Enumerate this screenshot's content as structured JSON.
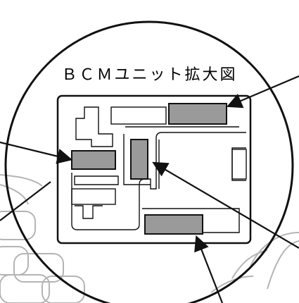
{
  "diagram": {
    "title": "ＢＣＭユニット拡大図",
    "colors": {
      "line": "#111111",
      "faint": "#b4b4b4",
      "highlight_fill": "#9a9a9a",
      "background": "#ffffff"
    },
    "components": [
      {
        "name": "component-upper-right",
        "highlighted": true
      },
      {
        "name": "component-upper-left",
        "highlighted": false
      },
      {
        "name": "component-left",
        "highlighted": true
      },
      {
        "name": "component-center",
        "highlighted": true
      },
      {
        "name": "component-bottom",
        "highlighted": true
      }
    ]
  }
}
